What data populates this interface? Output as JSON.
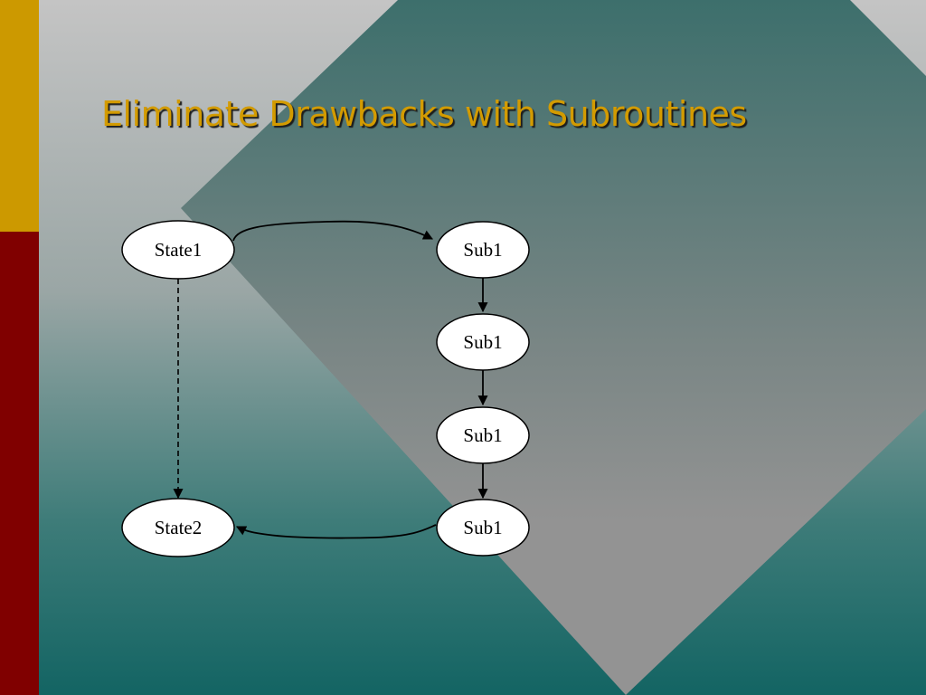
{
  "slide": {
    "title": "Eliminate Drawbacks with Subroutines"
  },
  "diagram": {
    "nodes": [
      {
        "id": "state1",
        "label": "State1"
      },
      {
        "id": "sub1_a",
        "label": "Sub1"
      },
      {
        "id": "sub1_b",
        "label": "Sub1"
      },
      {
        "id": "sub1_c",
        "label": "Sub1"
      },
      {
        "id": "sub1_d",
        "label": "Sub1"
      },
      {
        "id": "state2",
        "label": "State2"
      }
    ],
    "edges": [
      {
        "from": "state1",
        "to": "sub1_a",
        "style": "solid"
      },
      {
        "from": "sub1_a",
        "to": "sub1_b",
        "style": "solid"
      },
      {
        "from": "sub1_b",
        "to": "sub1_c",
        "style": "solid"
      },
      {
        "from": "sub1_c",
        "to": "sub1_d",
        "style": "solid"
      },
      {
        "from": "sub1_d",
        "to": "state2",
        "style": "solid"
      },
      {
        "from": "state1",
        "to": "state2",
        "style": "dashed"
      }
    ]
  },
  "colors": {
    "title": "#d39b00",
    "gold_bar": "#cc9900",
    "red_bar": "#800000",
    "diamond_top": "#3f706d",
    "diamond_bottom": "#939393",
    "bg_top": "#c2c2c2",
    "bg_bottom": "#146564"
  }
}
